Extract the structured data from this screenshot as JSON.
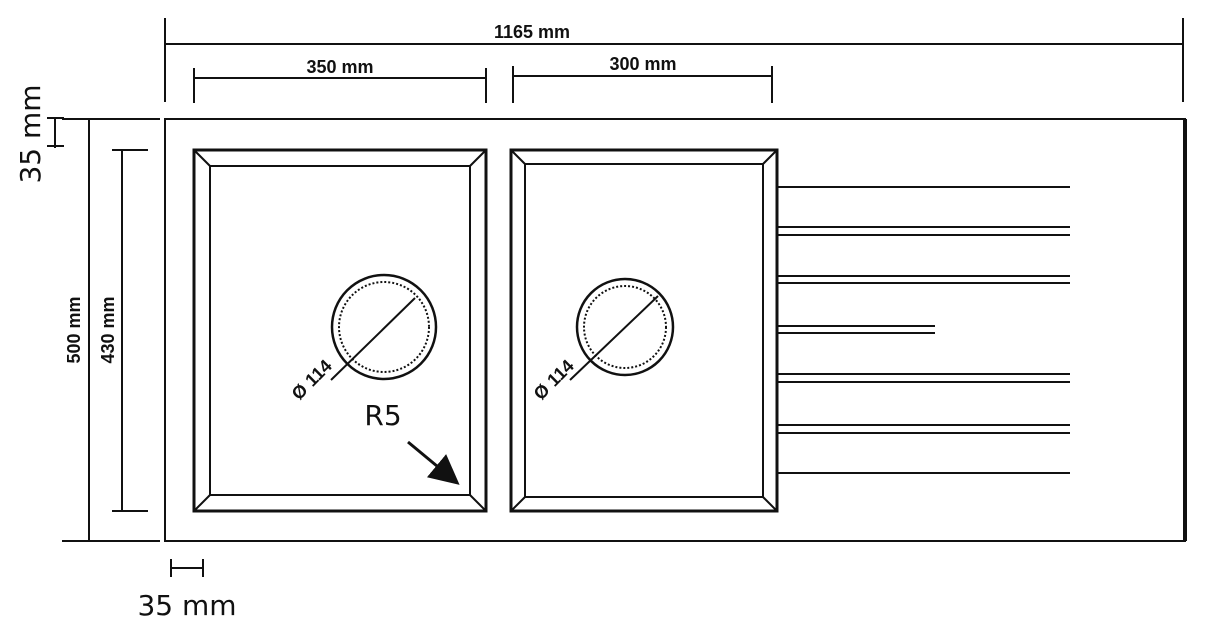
{
  "title": "",
  "dimensions": {
    "overall_width": "1165 mm",
    "bowl1_width": "350 mm",
    "bowl2_width": "300 mm",
    "overall_depth": "500 mm",
    "bowl_depth": "430 mm",
    "top_margin": "35 mm",
    "left_margin": "35 mm"
  },
  "annotations": {
    "corner_radius": "R5",
    "drain1_diameter": "Ø 114",
    "drain2_diameter": "Ø 114"
  },
  "colors": {
    "line": "#111111",
    "background": "#ffffff"
  }
}
